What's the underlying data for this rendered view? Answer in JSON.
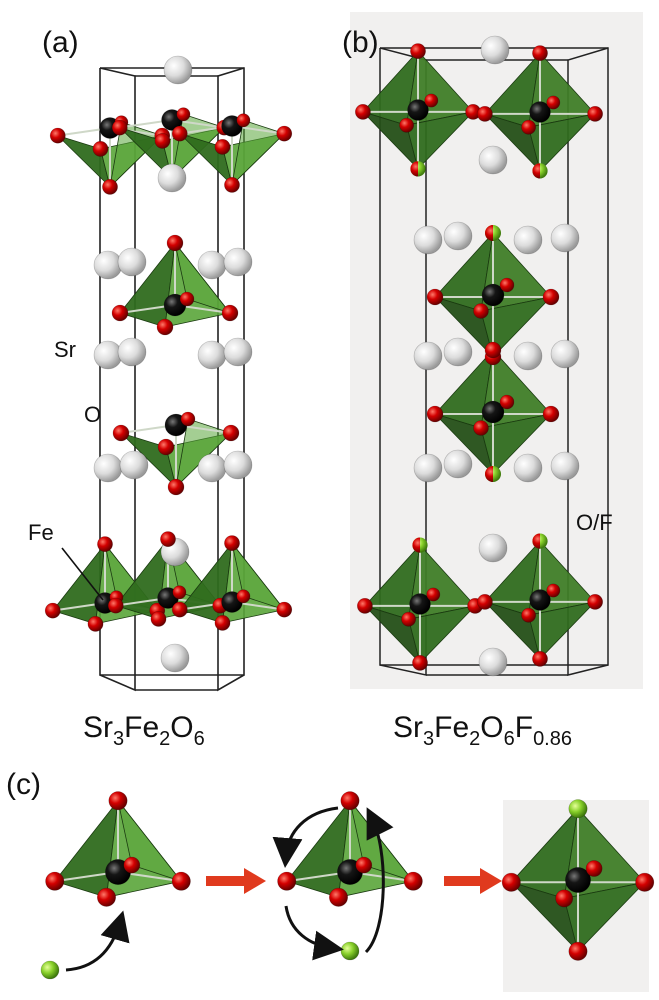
{
  "panels": {
    "a": {
      "tag": "(a)",
      "formula": {
        "parts": [
          "Sr",
          "3",
          "Fe",
          "2",
          "O",
          "6"
        ]
      }
    },
    "b": {
      "tag": "(b)",
      "formula": {
        "parts": [
          "Sr",
          "3",
          "Fe",
          "2",
          "O",
          "6",
          "F",
          "0.86"
        ]
      }
    },
    "c": {
      "tag": "(c)"
    }
  },
  "atom_labels": {
    "sr": "Sr",
    "o": "O",
    "fe": "Fe",
    "of": "O/F"
  },
  "colors": {
    "oxygen": "#d40000",
    "fluorine": "#88d02a",
    "strontium": "#d8d8d8",
    "iron": "#111111",
    "octahedron": "#2f6b1e",
    "octahedron_light": "#5aa53a",
    "reaction_arrow": "#e03a1e",
    "panel_b_bg": "#f1f0ef",
    "panel_c_bg": "#f1f0ef"
  }
}
